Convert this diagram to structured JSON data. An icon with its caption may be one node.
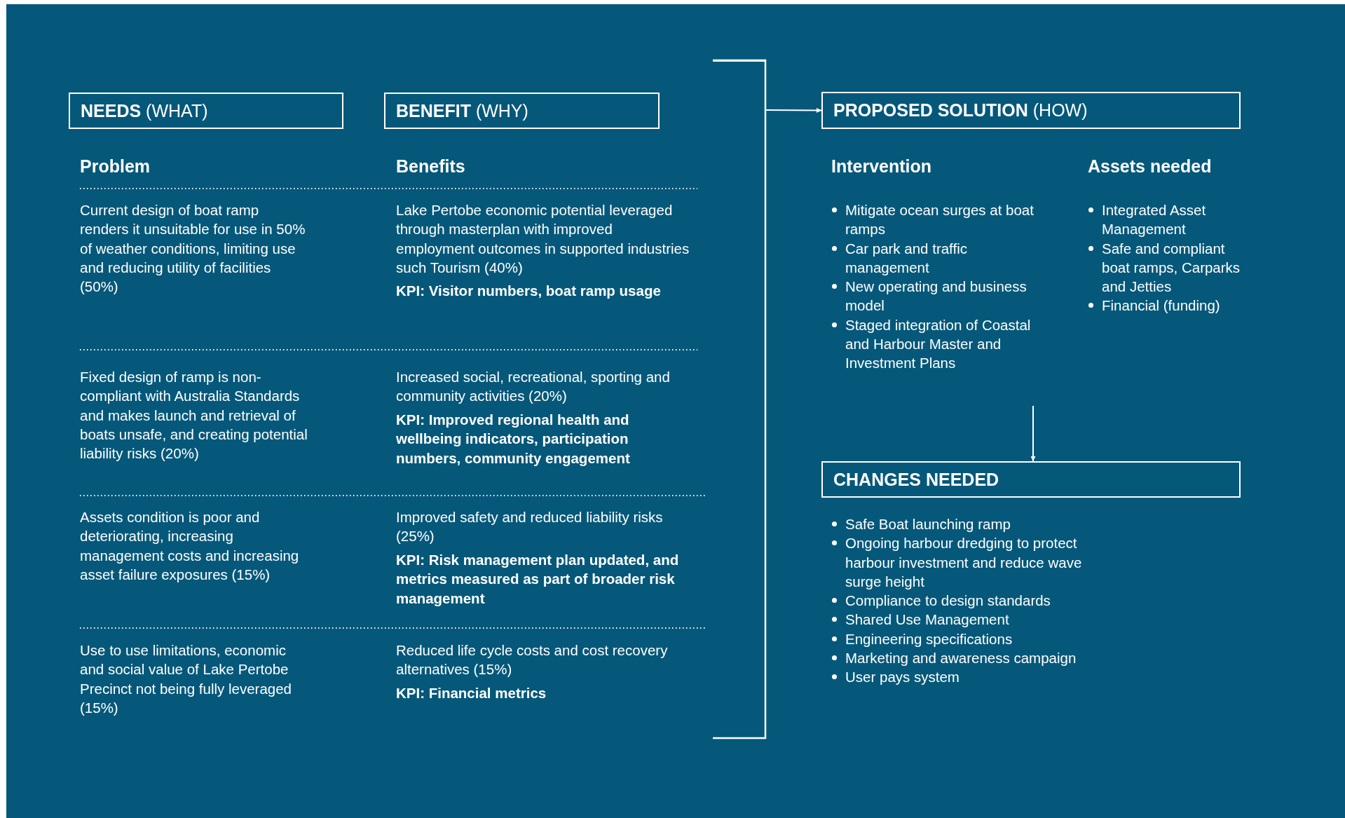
{
  "diagram": {
    "nodes": [
      {
        "text": [
          "**NEEDS** (WHAT)"
        ]
      },
      {
        "text": [
          "**BENEFIT** (WHY)"
        ]
      },
      {
        "text": [],
        "shape": "bracket"
      },
      {
        "text": [
          "**PROPOSED SOLUTION** (HOW)"
        ]
      },
      {
        "text": [
          "CHANGES NEEDED"
        ]
      }
    ],
    "edges": [
      {
        "from": 2,
        "to": 3,
        "arrow": "to"
      },
      {
        "from": null,
        "to": 4,
        "arrow": "to"
      }
    ],
    "labels": [
      "Problem",
      "Benefits",
      "Intervention",
      "Assets needed",
      "Current design of boat ramp renders it unsuitable for use in 50% of weather conditions, limiting use and reducing utility of facilities (50%)",
      "Lake Pertobe economic potential leveraged through masterplan with improved employment outcomes in supported industries such Tourism (40%)",
      "KPI: Visitor numbers, boat ramp usage",
      "Fixed design of ramp is non-compliant with Australia Standards and makes launch and retrieval of boats unsafe, and creating potential liability risks (20%)",
      "Increased social, recreational, sporting and community activities (20%)",
      "KPI: Improved regional health and wellbeing indicators, participation numbers, community engagement",
      "Assets condition is poor and deteriorating, increasing management costs and increasing asset failure exposures (15%)",
      "Improved safety and reduced liability risks (25%)",
      "KPI: Risk management plan updated, and metrics measured as part of broader risk management",
      "Use to use limitations, economic and social value of Lake Pertobe Precinct not being fully leveraged (15%)",
      "Reduced life cycle costs and cost recovery alternatives (15%)",
      "KPI: Financial metrics",
      "Mitigate ocean surges at boat ramps",
      "Car park and traffic management",
      "New operating and business model",
      "Staged integration of Coastal and Harbour Master and Investment Plans",
      "Integrated Asset Management",
      "Safe and compliant boat ramps, Carparks and Jetties",
      "Financial (funding)",
      "Safe Boat launching ramp",
      "Ongoing harbour dredging to protect harbour investment and reduce wave surge height",
      "Compliance to design standards",
      "Shared Use Management",
      "Engineering specifications",
      "Marketing and awareness campaign",
      "User pays system"
    ]
  }
}
